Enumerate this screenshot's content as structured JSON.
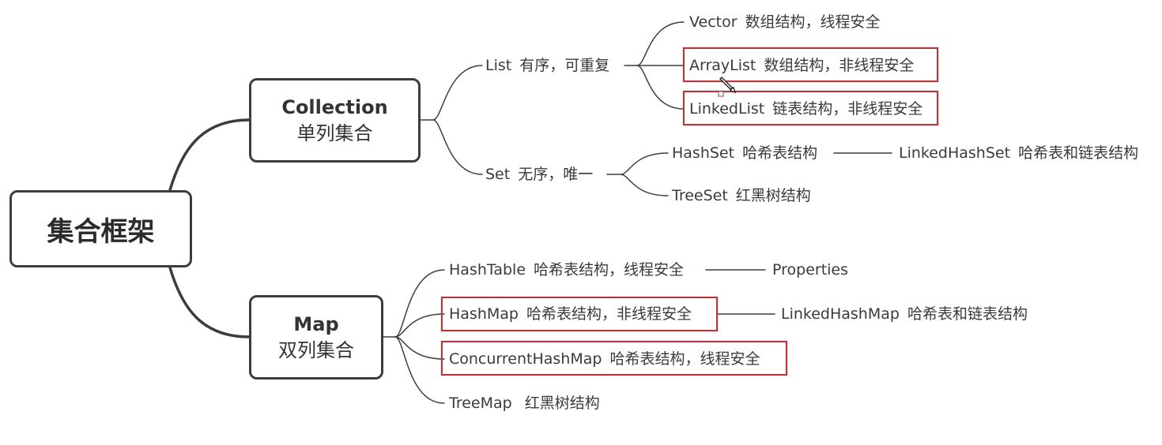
{
  "root": {
    "label": "集合框架"
  },
  "collection": {
    "name": "Collection",
    "desc": "单列集合"
  },
  "map": {
    "name": "Map",
    "desc": "双列集合"
  },
  "list": {
    "name": "List",
    "desc": "有序，可重复"
  },
  "set": {
    "name": "Set",
    "desc": "无序，唯一"
  },
  "vector": {
    "name": "Vector",
    "desc": "数组结构，线程安全"
  },
  "arraylist": {
    "name": "ArrayList",
    "desc": "数组结构，非线程安全"
  },
  "linkedlist": {
    "name": "LinkedList",
    "desc": "链表结构，非线程安全"
  },
  "hashset": {
    "name": "HashSet",
    "desc": "哈希表结构"
  },
  "linkedhashset": {
    "name": "LinkedHashSet",
    "desc": "哈希表和链表结构"
  },
  "treeset": {
    "name": "TreeSet",
    "desc": "红黑树结构"
  },
  "hashtable": {
    "name": "HashTable",
    "desc": "哈希表结构，线程安全"
  },
  "properties": {
    "name": "Properties"
  },
  "hashmap": {
    "name": "HashMap",
    "desc": "哈希表结构，非线程安全"
  },
  "linkedhashmap": {
    "name": "LinkedHashMap",
    "desc": "哈希表和链表结构"
  },
  "concurrenthashmap": {
    "name": "ConcurrentHashMap",
    "desc": "哈希表结构，线程安全"
  },
  "treemap": {
    "name": "TreeMap",
    "desc": "红黑树结构"
  },
  "colors": {
    "line": "#3d3d3d",
    "highlight": "#b3383e"
  },
  "icons": {
    "cursor": "pencil-cursor-icon"
  }
}
